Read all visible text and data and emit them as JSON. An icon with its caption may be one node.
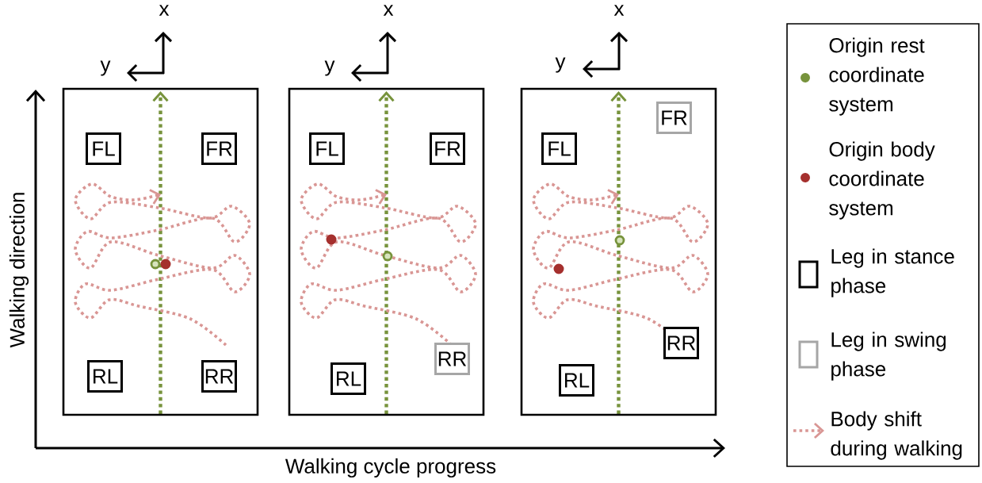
{
  "diagram": {
    "nodes": [
      {
        "text": [],
        "shape": "box"
      },
      {
        "text": [
          "FL"
        ],
        "in": 0
      },
      {
        "text": [
          "FR"
        ],
        "in": 0
      },
      {
        "text": [
          "RL"
        ],
        "in": 0
      },
      {
        "text": [
          "RR"
        ],
        "in": 0
      },
      {
        "text": [],
        "shape": "box"
      },
      {
        "text": [
          "FL"
        ],
        "in": 5
      },
      {
        "text": [
          "FR"
        ],
        "in": 5
      },
      {
        "text": [
          "RR"
        ],
        "in": 5
      },
      {
        "text": [
          "RL"
        ],
        "in": 5
      },
      {
        "text": [],
        "shape": "box"
      },
      {
        "text": [
          "FR"
        ],
        "in": 10
      },
      {
        "text": [
          "FL"
        ],
        "in": 10
      },
      {
        "text": [
          "RR"
        ],
        "in": 10
      },
      {
        "text": [
          "RL"
        ],
        "in": 10
      }
    ],
    "labels": [
      "x",
      "x",
      "x",
      "y",
      "y",
      "y",
      "Walking direction",
      "Walking cycle progress"
    ],
    "legend": [
      {
        "text": "Origin rest coordinate system",
        "color": "#77933c"
      },
      {
        "text": "Origin body coordinate system",
        "color": "#a5302e"
      },
      {
        "text": "Leg in stance phase"
      },
      {
        "text": "Leg in swing phase"
      },
      {
        "text": "Body shift during walking"
      }
    ]
  }
}
